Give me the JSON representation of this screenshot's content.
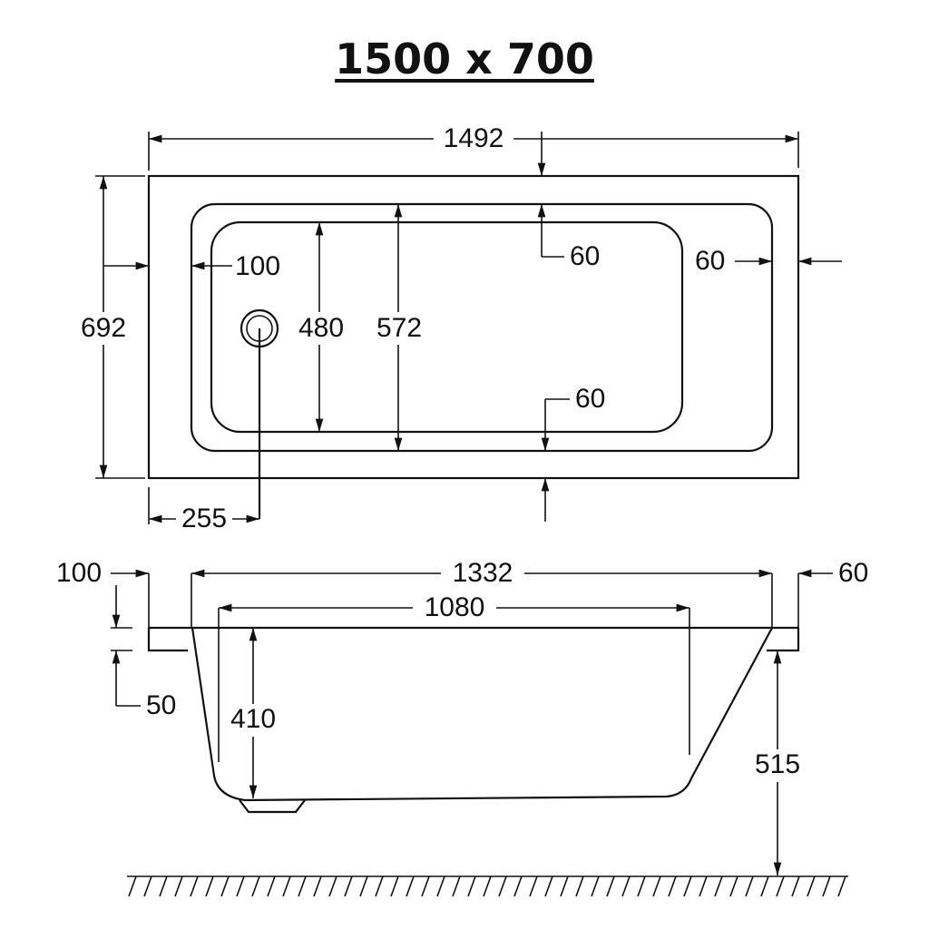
{
  "title": "1500 x 700",
  "plan_view": {
    "overall_length": "1492",
    "overall_width": "692",
    "left_rim": "100",
    "top_rim": "60",
    "right_rim": "60",
    "bottom_rim": "60",
    "inner_width": "480",
    "middle_width": "572",
    "drain_offset": "255"
  },
  "side_view": {
    "left_rim": "100",
    "rim_thickness": "50",
    "top_length": "1332",
    "bottom_length": "1080",
    "depth": "410",
    "right_rim": "60",
    "height": "515"
  }
}
